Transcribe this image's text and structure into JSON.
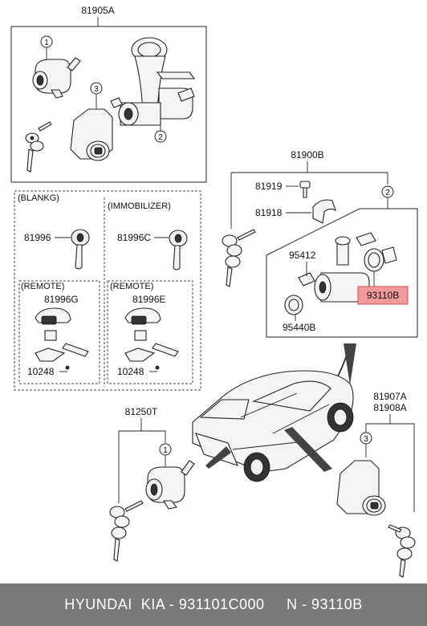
{
  "labels": {
    "assy_top": "81905A",
    "assy_right": "81900B",
    "p81919": "81919",
    "p81918": "81918",
    "blank_group": "(BLANKG)",
    "immobilizer_group": "(IMMOBILIZER)",
    "remote_group_1": "(REMOTE)",
    "remote_group_2": "(REMOTE)",
    "p81996": "81996",
    "p81996c": "81996C",
    "p81996g": "81996G",
    "p81996e": "81996E",
    "p10248_a": "10248",
    "p10248_b": "10248",
    "p95412": "95412",
    "p95440b": "95440B",
    "p93110b": "93110B",
    "p81250t": "81250T",
    "p81907a": "81907A",
    "p81908a": "81908A"
  },
  "callouts": {
    "c1_top": "1",
    "c3_top": "3",
    "c2_top": "2",
    "c2_right": "2",
    "c1_bottom": "1",
    "c3_bottom": "3"
  },
  "colors": {
    "highlight": "#f29a9a",
    "footer_bg": "#7a7a7a"
  },
  "footer": {
    "text": "HYUNDAI  KIA - 931101C000     N - 93110B"
  }
}
